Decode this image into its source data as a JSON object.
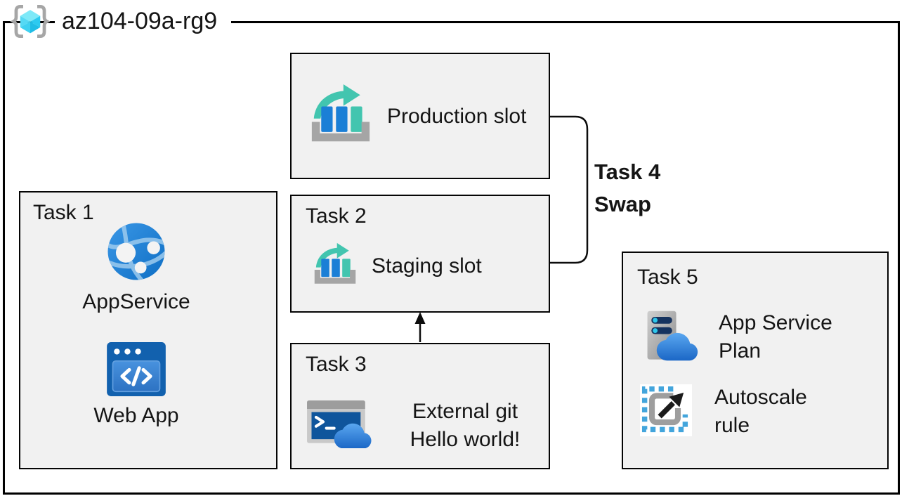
{
  "header": {
    "resource_group_name": "az104-09a-rg9",
    "resource_group_icon": "resource-group-icon"
  },
  "boxes": {
    "production": {
      "label": "Production slot",
      "icon": "deployment-slots-icon"
    },
    "task2": {
      "title": "Task 2",
      "label": "Staging slot",
      "icon": "deployment-slots-icon"
    },
    "task3": {
      "title": "Task 3",
      "line1": "External git",
      "line2": "Hello world!",
      "icon": "cloud-shell-icon"
    },
    "task1": {
      "title": "Task 1",
      "items": [
        {
          "label": "AppService",
          "icon": "app-service-icon"
        },
        {
          "label": "Web App",
          "icon": "web-app-icon"
        }
      ]
    },
    "task5": {
      "title": "Task 5",
      "items": [
        {
          "line1": "App Service",
          "line2": "Plan",
          "icon": "app-service-plan-icon"
        },
        {
          "line1": "Autoscale",
          "line2": "rule",
          "icon": "autoscale-rule-icon"
        }
      ]
    }
  },
  "connector": {
    "title": "Task 4",
    "action": "Swap"
  },
  "colors": {
    "box_fill": "#f1f1f1",
    "box_border": "#000000",
    "azure_blue": "#1b7fd6",
    "teal": "#42c5af",
    "cube_cyan": "#4fd4f2",
    "icon_gray": "#a5a5a5",
    "terminal_blue": "#0f559c",
    "text": "#151515"
  }
}
